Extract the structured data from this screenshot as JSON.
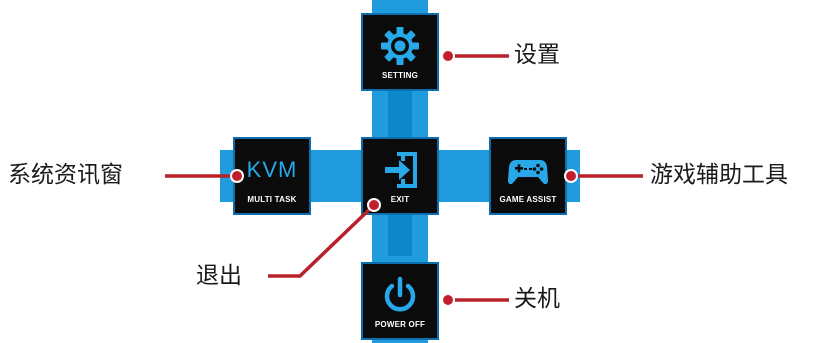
{
  "tiles": {
    "setting": {
      "caption": "SETTING",
      "icon": "gear-icon"
    },
    "kvm": {
      "icon_text": "KVM",
      "caption": "MULTI TASK"
    },
    "exit": {
      "caption": "EXIT",
      "icon": "exit-door-icon"
    },
    "game_assist": {
      "caption": "GAME ASSIST",
      "icon": "gamepad-icon"
    },
    "power_off": {
      "caption": "POWER OFF",
      "icon": "power-icon"
    }
  },
  "callouts": {
    "setting": "设置",
    "kvm": "系统资讯窗",
    "exit": "退出",
    "game_assist": "游戏辅助工具",
    "power_off": "关机"
  },
  "colors": {
    "connector_blue": "#1f9bde",
    "icon_blue": "#27a8e8",
    "tile_black": "#0b0b0b",
    "leader_red": "#b8202a"
  }
}
